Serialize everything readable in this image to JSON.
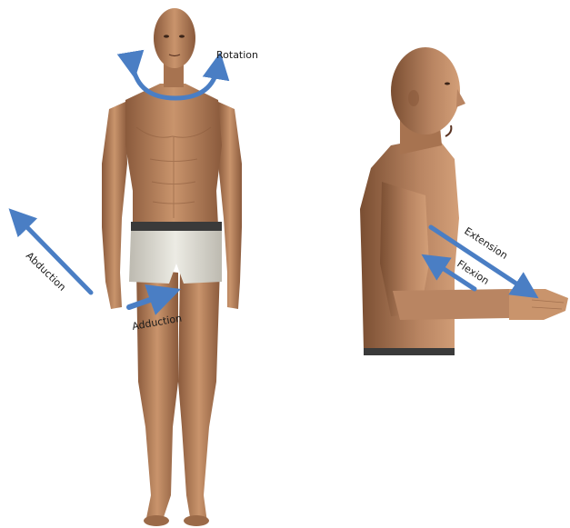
{
  "labels": {
    "rotation": "Rotation",
    "abduction": "Abduction",
    "adduction": "Adduction",
    "extension": "Extension",
    "flexion": "Flexion"
  },
  "colors": {
    "arrow": "#4a7ec4",
    "skin": "#b98562",
    "skin_shadow": "#8a5a3c",
    "shorts": "#e2e0d8",
    "waistband": "#3a3a3a",
    "background": "#ffffff"
  }
}
